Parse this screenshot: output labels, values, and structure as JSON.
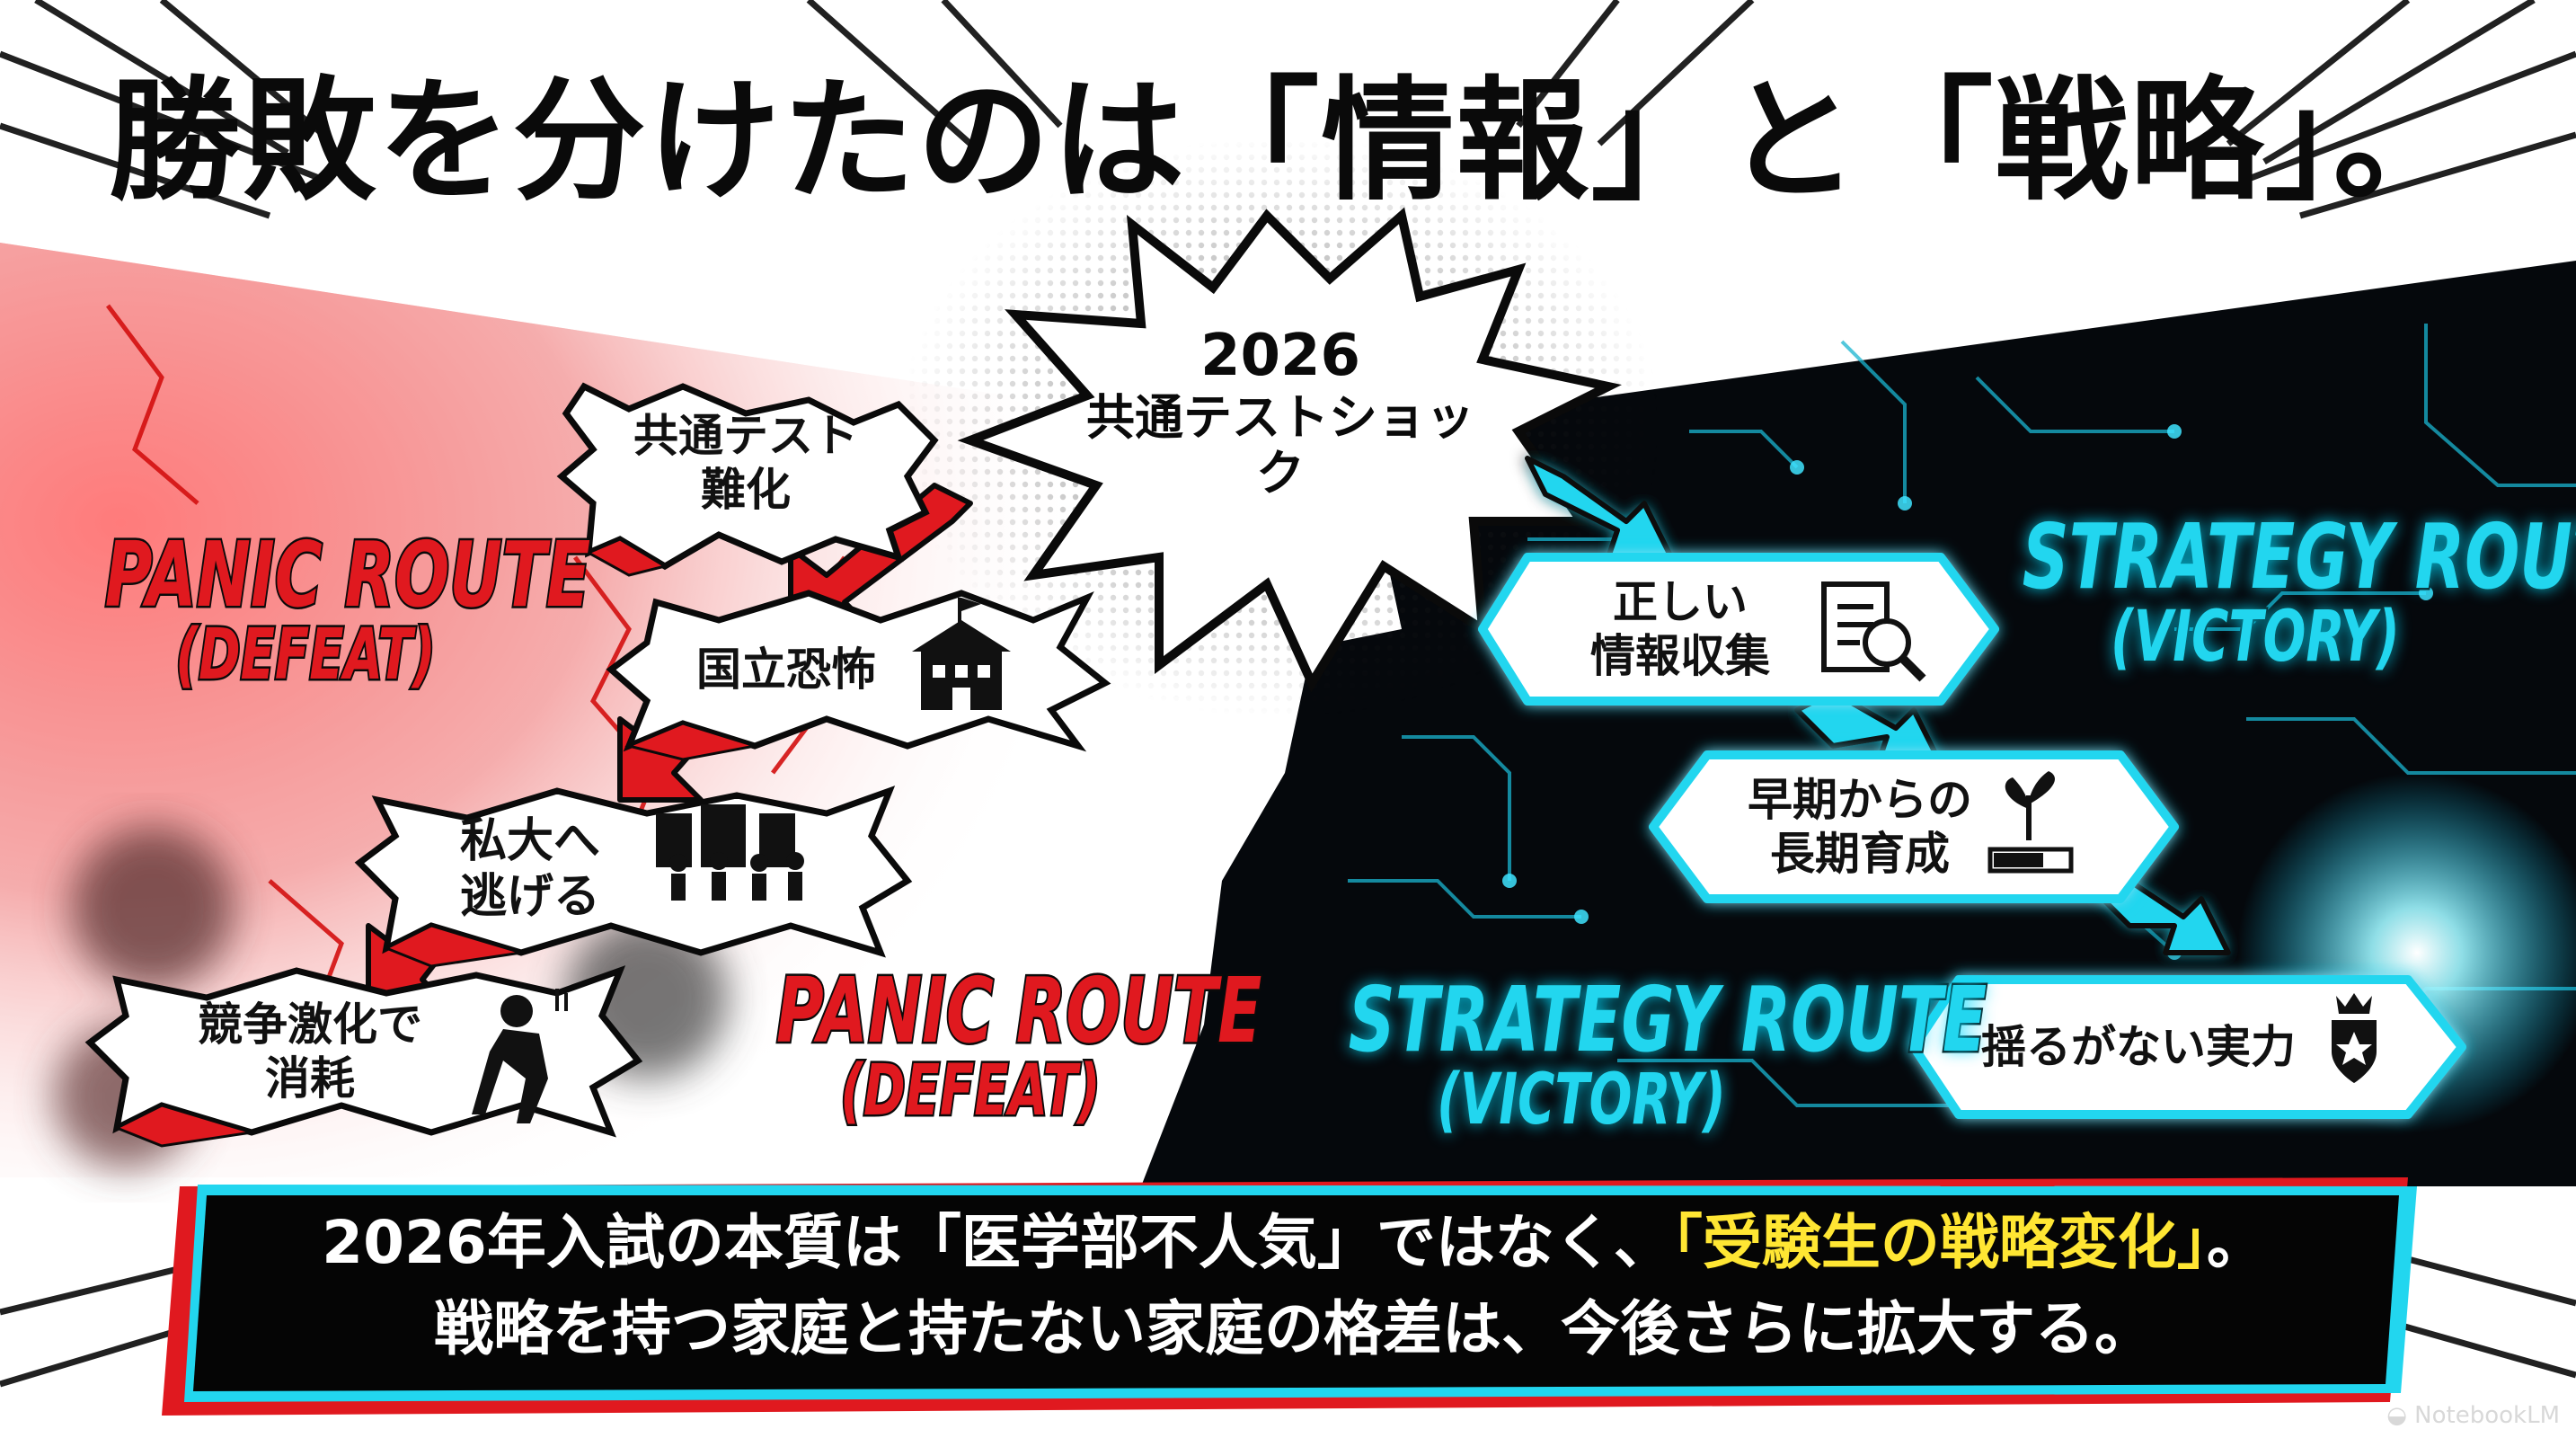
{
  "title": {
    "pre": "勝敗を分けたのは",
    "open1": "「",
    "key1": "情報",
    "close1": "」",
    "mid": "と",
    "open2": "「",
    "key2": "戦略",
    "close2": "」",
    "end": "。"
  },
  "center": {
    "year": "2026",
    "label": "共通テストショック"
  },
  "panic": {
    "route_title": "PANIC ROUTE",
    "route_sub": "(DEFEAT)",
    "steps": [
      {
        "line1": "共通テスト",
        "line2": "難化"
      },
      {
        "line1": "国立恐怖",
        "line2": ""
      },
      {
        "line1": "私大へ",
        "line2": "逃げる"
      },
      {
        "line1": "競争激化で",
        "line2": "消耗"
      }
    ]
  },
  "strategy": {
    "route_title": "STRATEGY ROUTE",
    "route_sub": "(VICTORY)",
    "steps": [
      {
        "line1": "正しい",
        "line2": "情報収集"
      },
      {
        "line1": "早期からの",
        "line2": "長期育成"
      },
      {
        "line1": "揺るがない実力",
        "line2": ""
      }
    ]
  },
  "banner": {
    "line1_a": "2026年入試の本質は「医学部不人気」ではなく、",
    "line1_hl": "「受験生の戦略変化」",
    "line1_b": "。",
    "line2": "戦略を持つ家庭と持たない家庭の格差は、今後さらに拡大する。"
  },
  "watermark": "NotebookLM",
  "colors": {
    "panic_red": "#e0191f",
    "strategy_cyan": "#22d6ef",
    "dark_bg": "#05080c",
    "highlight_yellow": "#ffe633"
  },
  "icons": [
    "document-search-icon",
    "school-building-icon",
    "fleeing-crowd-icon",
    "exhausted-person-icon",
    "sprout-icon",
    "progress-bar-icon",
    "crown-shield-icon"
  ]
}
